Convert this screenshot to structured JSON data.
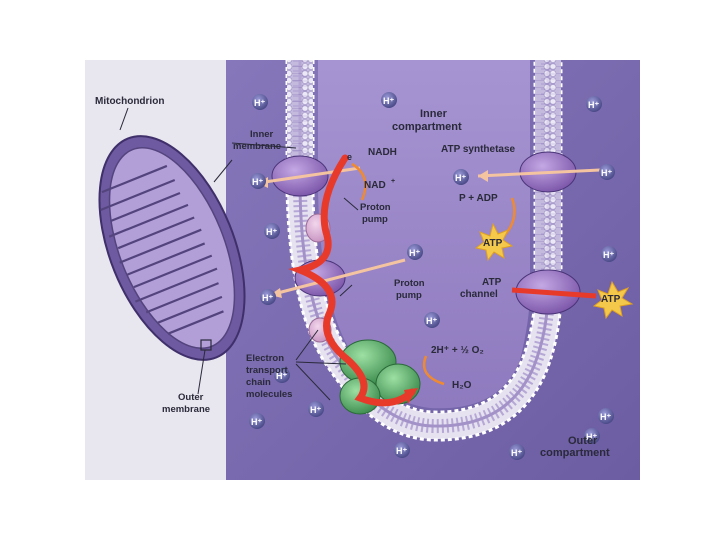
{
  "labels": {
    "mitochondrion": "Mitochondrion",
    "inner_membrane_1": "Inner",
    "inner_membrane_2": "membrane",
    "outer_membrane_1": "Outer",
    "outer_membrane_2": "membrane",
    "inner_compartment_1": "Inner",
    "inner_compartment_2": "compartment",
    "outer_compartment_1": "Outer",
    "outer_compartment_2": "compartment",
    "electron": "e",
    "nadh": "NADH",
    "nad": "NAD",
    "proton_pump_1a": "Proton",
    "proton_pump_1b": "pump",
    "proton_pump_2a": "Proton",
    "proton_pump_2b": "pump",
    "etc_1": "Electron",
    "etc_2": "transport",
    "etc_3": "chain",
    "etc_4": "molecules",
    "atp_synthetase": "ATP synthetase",
    "p_adp": "P + ADP",
    "atp_channel_1": "ATP",
    "atp_channel_2": "channel",
    "atp_star_1": "ATP",
    "atp_star_2": "ATP",
    "water_reactant": "2H⁺ + ½ O₂",
    "water_product": "H₂O",
    "h_ion": "H⁺"
  },
  "colors": {
    "background": "#7c6cb0",
    "matrix": "#9a86c8",
    "membrane_head": "#e6e2f0",
    "protein_purple": "#8e6cb8",
    "protein_green": "#5ea96a",
    "electron_path": "#e83a2a",
    "atp_star": "#f4c84a",
    "h_ion": "#5a5a98"
  },
  "icons": [
    "h-ion-icon",
    "atp-star-icon",
    "proton-pump-icon",
    "atp-synthetase-icon",
    "electron-path-arrow"
  ]
}
